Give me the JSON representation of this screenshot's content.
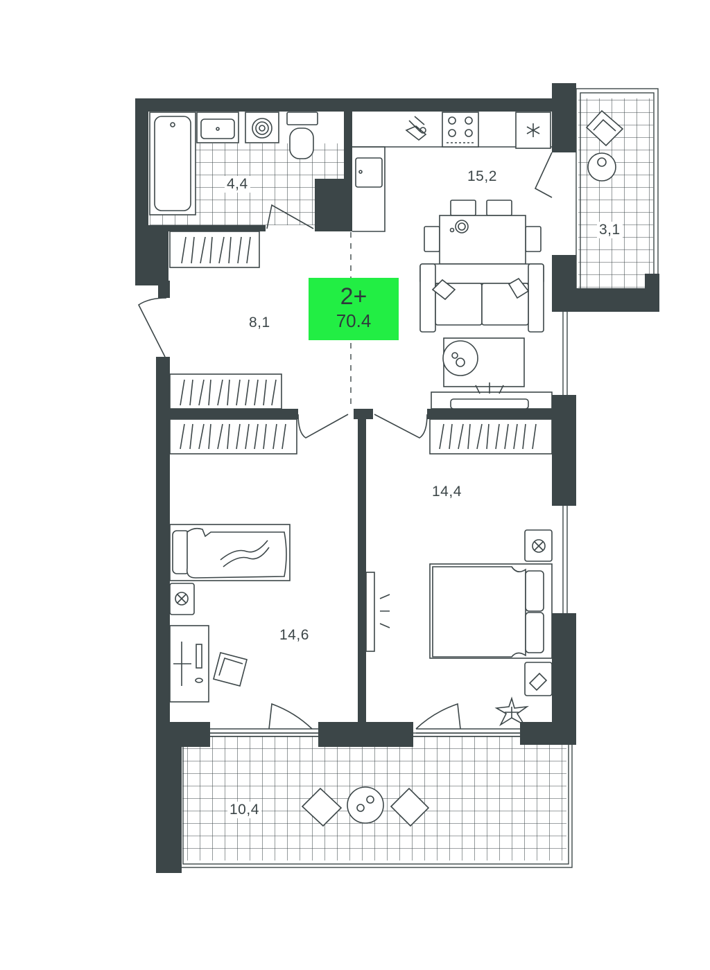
{
  "plan": {
    "accent_color": "#22ee44",
    "wall_color": "#3c4648",
    "badge": {
      "rooms": "2+",
      "total_area": "70.4"
    },
    "rooms": [
      {
        "id": "bathroom",
        "area": "4,4"
      },
      {
        "id": "kitchen-living",
        "area": "15,2"
      },
      {
        "id": "balcony-small",
        "area": "3,1"
      },
      {
        "id": "hallway",
        "area": "8,1"
      },
      {
        "id": "bedroom-right",
        "area": "14,4"
      },
      {
        "id": "bedroom-left",
        "area": "14,6"
      },
      {
        "id": "terrace",
        "area": "10,4"
      }
    ]
  }
}
